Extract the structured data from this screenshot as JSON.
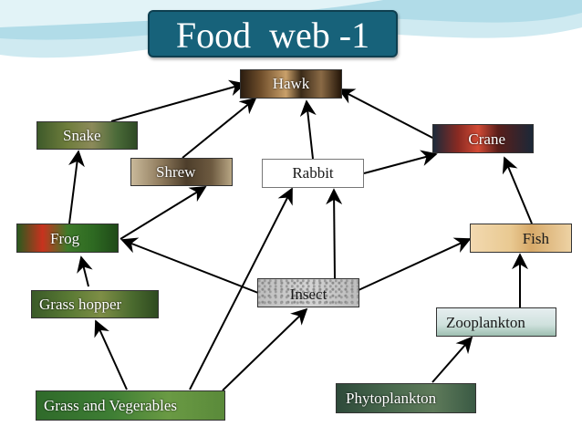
{
  "title": "Food  web -1",
  "nodes": {
    "hawk": "Hawk",
    "snake": "Snake",
    "shrew": "Shrew",
    "rabbit": "Rabbit",
    "crane": "Crane",
    "frog": "Frog",
    "fish": "Fish",
    "grasshopper": "Grass hopper",
    "insect": "Insect",
    "zooplankton": "Zooplankton",
    "grass": "Grass and Vegerables",
    "phyto": "Phytoplankton"
  },
  "edges": [
    {
      "from": "snake",
      "to": "hawk"
    },
    {
      "from": "shrew",
      "to": "hawk"
    },
    {
      "from": "rabbit",
      "to": "hawk"
    },
    {
      "from": "crane",
      "to": "hawk"
    },
    {
      "from": "frog",
      "to": "snake"
    },
    {
      "from": "frog",
      "to": "shrew"
    },
    {
      "from": "rabbit",
      "to": "crane"
    },
    {
      "from": "fish",
      "to": "crane"
    },
    {
      "from": "grasshopper",
      "to": "frog"
    },
    {
      "from": "insect",
      "to": "frog"
    },
    {
      "from": "insect",
      "to": "rabbit"
    },
    {
      "from": "insect",
      "to": "fish"
    },
    {
      "from": "zooplankton",
      "to": "fish"
    },
    {
      "from": "phyto",
      "to": "zooplankton"
    },
    {
      "from": "grass",
      "to": "grasshopper"
    },
    {
      "from": "grass",
      "to": "rabbit"
    },
    {
      "from": "grass",
      "to": "insect"
    }
  ],
  "colors": {
    "title_bg": "#17627a",
    "title_text": "#ffffff",
    "swoosh": "#bfe3ec",
    "arrow": "#000000"
  }
}
